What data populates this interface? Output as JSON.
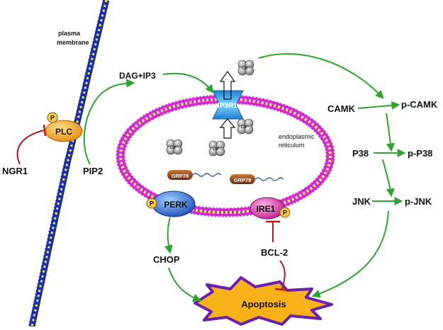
{
  "membrane_label_line1": "plasma",
  "membrane_label_line2": "membrane",
  "er_label_line1": "endoplasmic",
  "er_label_line2": "reticulum",
  "nodes": {
    "ngr1": "NGR1",
    "plc": "PLC",
    "pip2": "PIP2",
    "dag_ip3": "DAG+IP3",
    "ip3r1": "IP3R1",
    "camk": "CAMK",
    "p_camk": "p-CAMK",
    "p38": "P38",
    "p_p38": "p-P38",
    "jnk": "JNK",
    "p_jnk": "p-JNK",
    "perk": "PERK",
    "ire1": "IRE1",
    "chop": "CHOP",
    "bcl2": "BCL-2",
    "apoptosis": "Apoptosis",
    "grp78_a": "GRP78",
    "grp78_b": "GRP78"
  },
  "phospho_label": "P",
  "calcium_label": "Ca²⁺",
  "colors": {
    "activation_arrow": "#2ea32e",
    "inhibition": "#b01c1c",
    "membrane_blue": "#1a2ea8",
    "membrane_yellow": "#f2e44c",
    "er_magenta": "#d12ad1",
    "er_yellow": "#f5e97a",
    "plc_orange": "#f5a91c",
    "perk_blue": "#2a6fd6",
    "ire1_pink": "#e23aa8",
    "apoptosis_fill": "#f7b21a",
    "apoptosis_outline": "#6a1fb0",
    "ip3r1_cyan": "#2aa8e0",
    "grp78_brown": "#8b3f1a"
  }
}
